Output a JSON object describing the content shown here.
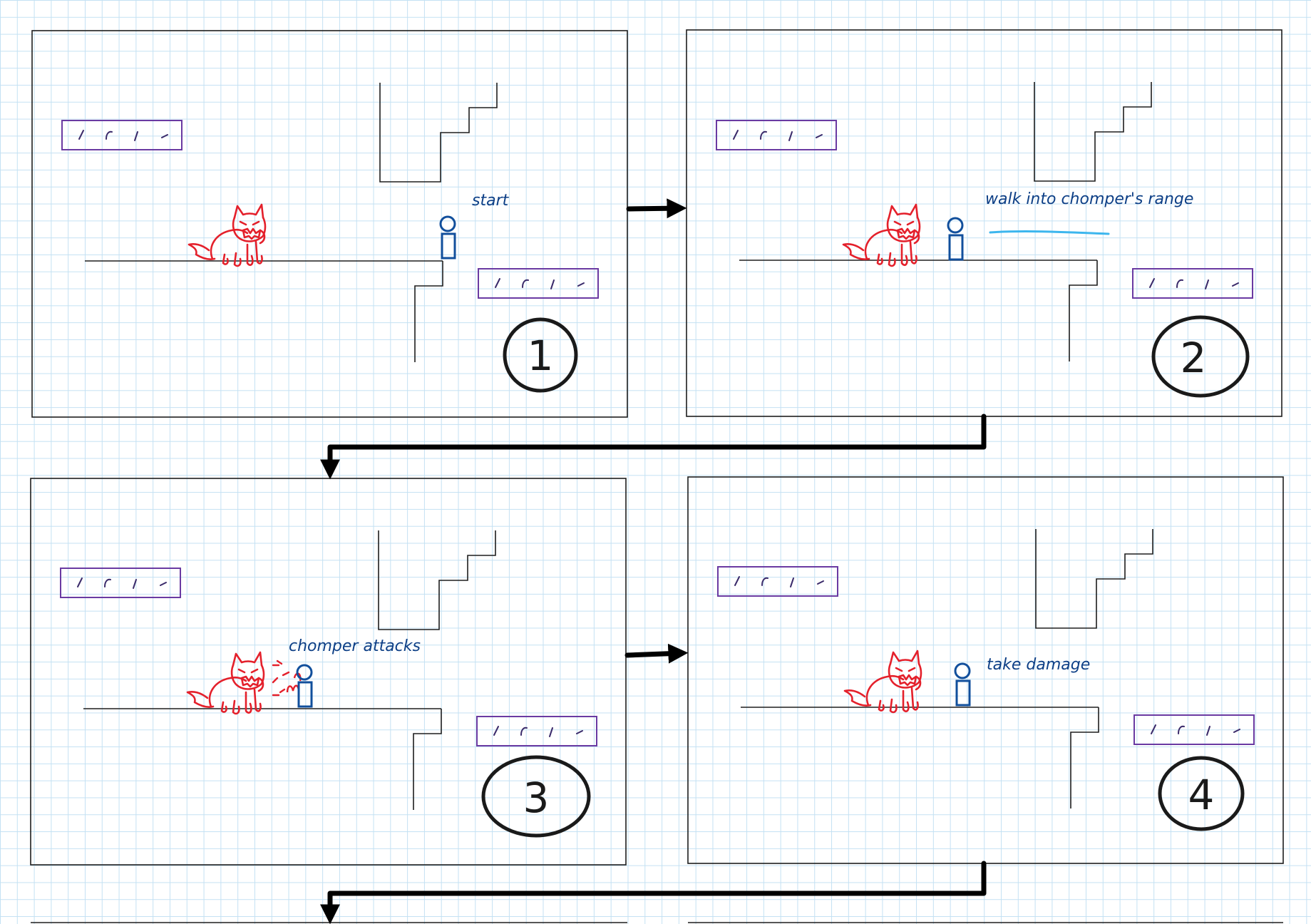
{
  "canvas": {
    "background": "#ffffff",
    "grid_color": "#c4e1f3"
  },
  "panels": [
    {
      "id": "1",
      "number": "1",
      "caption": "start"
    },
    {
      "id": "2",
      "number": "2",
      "caption": "walk into chomper's range"
    },
    {
      "id": "3",
      "number": "3",
      "caption": "chomper attacks"
    },
    {
      "id": "4",
      "number": "4",
      "caption": "take damage"
    }
  ],
  "colors": {
    "monster": "#e4202b",
    "player": "#114f9c",
    "platform": "#6a3aa2",
    "annotation_text": "#0d3f86",
    "range_highlight": "#3cb6ee",
    "arrow": "#000000"
  }
}
